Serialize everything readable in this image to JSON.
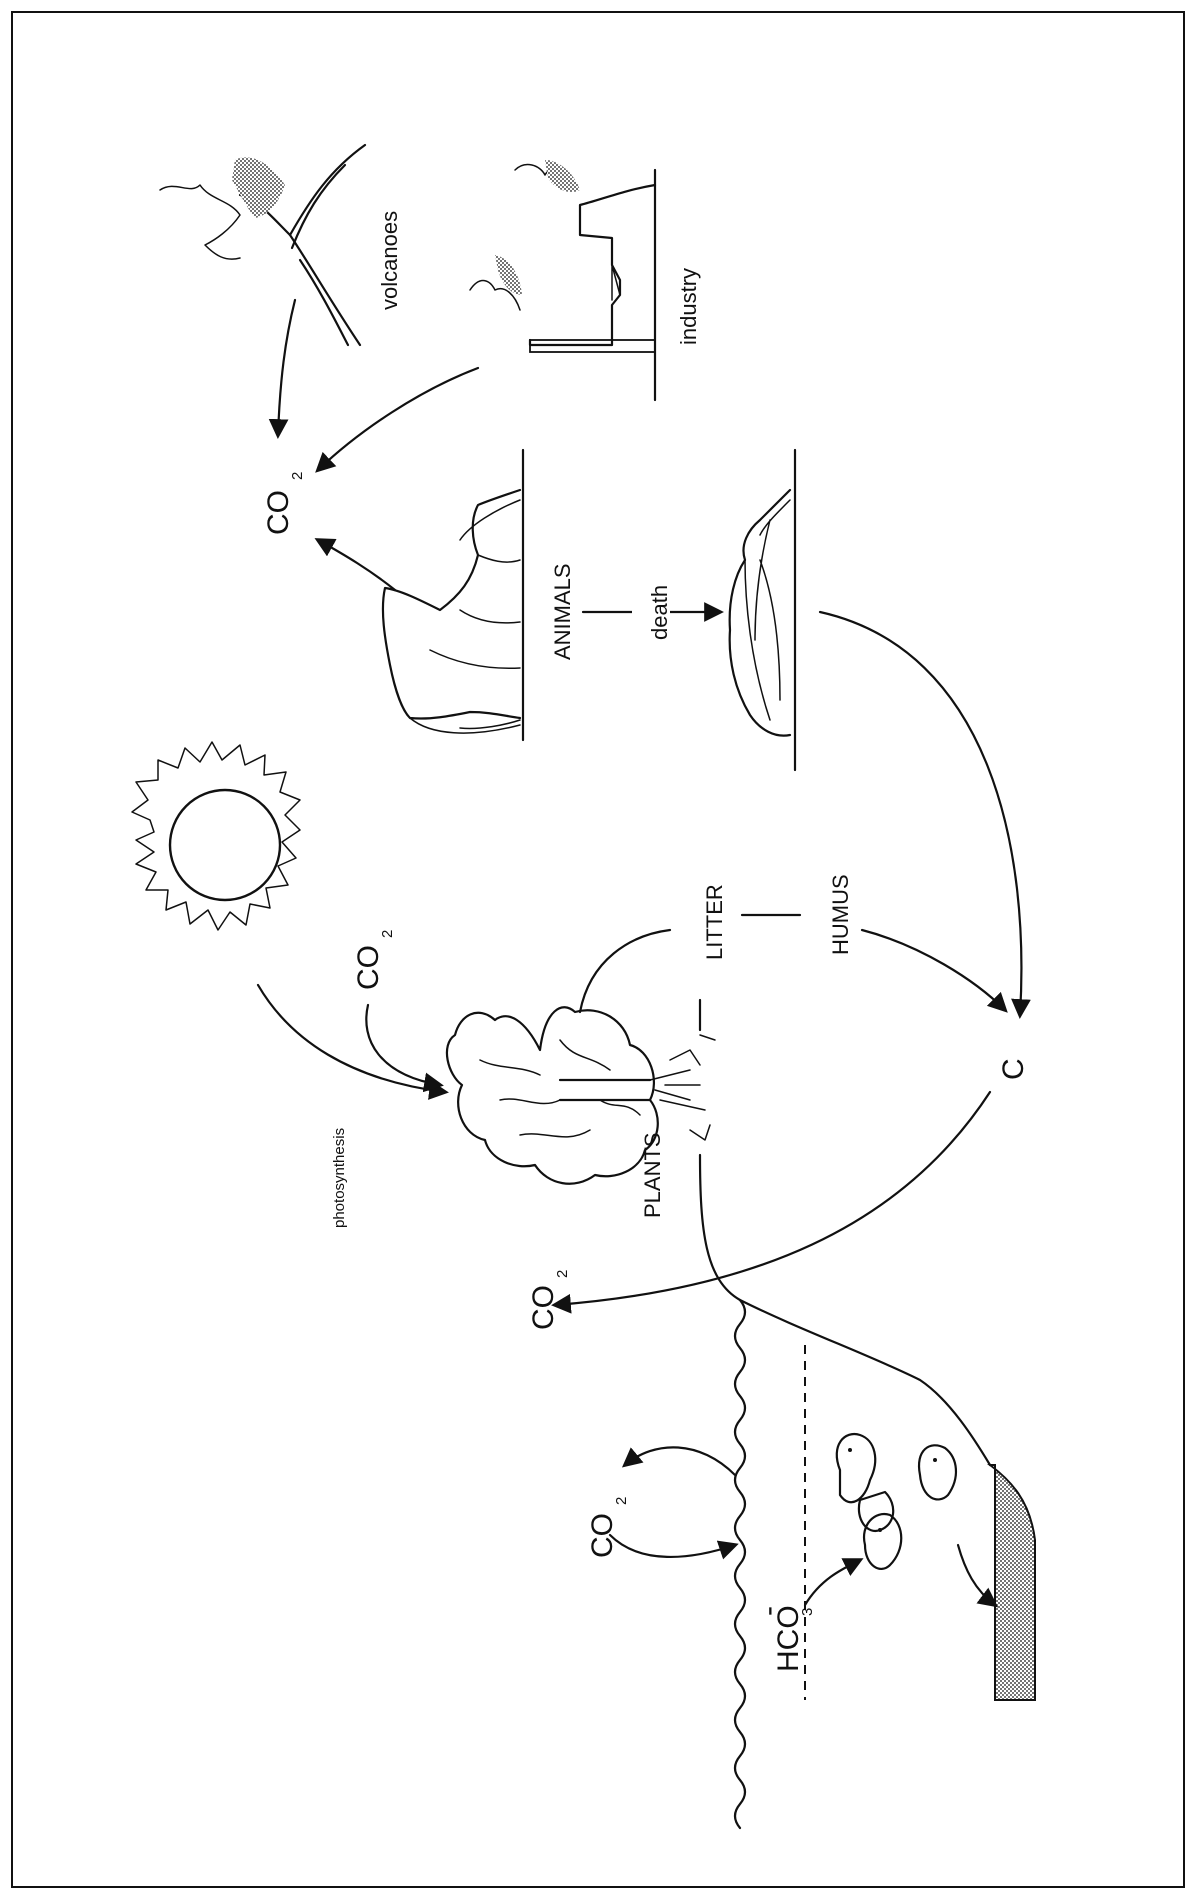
{
  "labels": {
    "volcanoes": "volcanoes",
    "industry": "industry",
    "co2_top": "CO",
    "co2_top_sub": "2",
    "animals": "ANIMALS",
    "death": "death",
    "co2_mid": "CO",
    "co2_mid_sub": "2",
    "litter": "LITTER",
    "humus": "HUMUS",
    "photosynthesis": "photosynthesis",
    "carbon": "C",
    "plants": "PLANTS",
    "co2_low": "CO",
    "co2_low_sub": "2",
    "co2_ocean": "CO",
    "co2_ocean_sub": "2",
    "hco3": "HCO",
    "hco3_sub": "3",
    "hco3_sup": "-"
  },
  "icons": [
    "sun-icon",
    "volcano-icon",
    "factory-icon",
    "cow-icon",
    "dead-cow-icon",
    "tree-icon",
    "fish-icon",
    "sediment-icon"
  ]
}
